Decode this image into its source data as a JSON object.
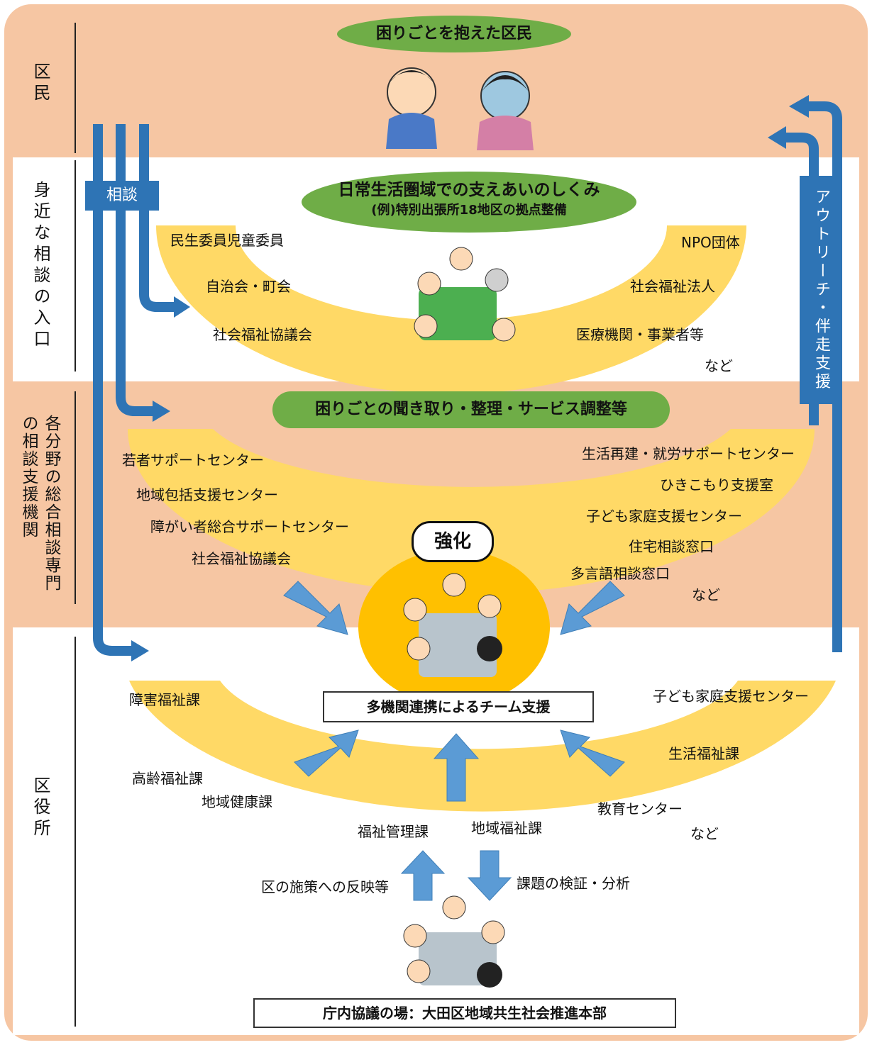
{
  "sections": {
    "residents": "区民",
    "nearby": "身近な相談の入口",
    "specialized": "各分野の総合相談専門の相談支援機関",
    "ward_office": "区役所"
  },
  "residents_title": "困りごとを抱えた区民",
  "consult_tag": "相談",
  "outreach_tag": "アウトリーチ・伴走支援",
  "nearby": {
    "title": "日常生活圏域での支えあいのしくみ",
    "subtitle": "(例)特別出張所18地区の拠点整備",
    "left": [
      "民生委員児童委員",
      "自治会・町会",
      "社会福祉協議会"
    ],
    "right": [
      "NPO団体",
      "社会福祉法人",
      "医療機関・事業者等",
      "など"
    ]
  },
  "specialized": {
    "title": "困りごとの聞き取り・整理・サービス調整等",
    "left": [
      "若者サポートセンター",
      "地域包括支援センター",
      "障がい者総合サポートセンター",
      "社会福祉協議会"
    ],
    "right": [
      "生活再建・就労サポートセンター",
      "ひきこもり支援室",
      "子ども家庭支援センター",
      "住宅相談窓口",
      "多言語相談窓口",
      "など"
    ],
    "strengthen": "強化"
  },
  "ward": {
    "team_support": "多機関連携によるチーム支援",
    "left": [
      "障害福祉課",
      "高齢福祉課",
      "地域健康課"
    ],
    "bottom": [
      "福祉管理課",
      "地域福祉課"
    ],
    "right": [
      "子ども家庭支援センター",
      "生活福祉課",
      "教育センター",
      "など"
    ],
    "reflect": "区の施策への反映等",
    "verify": "課題の検証・分析",
    "council": "庁内協議の場：大田区地域共生社会推進本部"
  },
  "colors": {
    "band_peach": "#f6c6a3",
    "arc_yellow": "#ffd966",
    "pill_green": "#6fad47",
    "arrow_blue": "#2e74b5",
    "arrow_light": "#5b9bd5",
    "meeting_orange": "#ffc000"
  }
}
